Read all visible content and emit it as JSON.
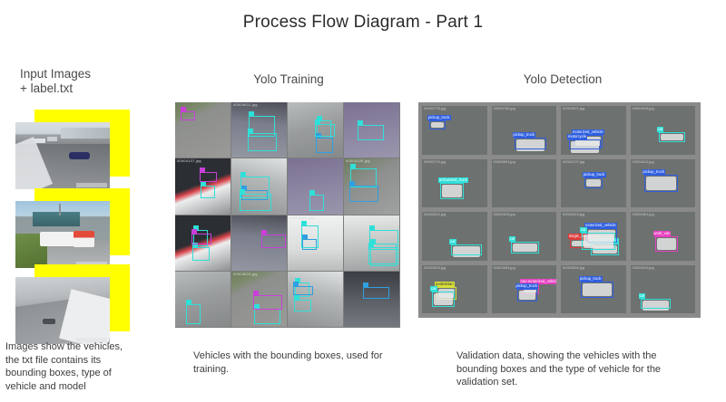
{
  "title": "Process Flow Diagram - Part 1",
  "columns": {
    "input": {
      "heading_line1": "Input Images",
      "heading_line2": "+ label.txt",
      "caption": "Images show the vehicles, the txt file contains its bounding boxes, type of vehicle and model",
      "accent_color": "#ffff00",
      "images": [
        {
          "name": "highway-snow-frame"
        },
        {
          "name": "bus-depot-frame"
        },
        {
          "name": "winter-road-frame"
        }
      ]
    },
    "training": {
      "heading": "Yolo Training",
      "caption": "Vehicles with the bounding boxes, used for training.",
      "panel_background": "#7d7d7d",
      "box_color": "#2fe0d8",
      "grid": {
        "rows": 4,
        "cols": 4
      },
      "filenames": [
        "00004631.jpg",
        "00004137.jpg",
        "00004139.jpg",
        "00005414.jpg",
        "00003629.jpg",
        "00004433.jpg",
        "00005145.jpg",
        "00004412.jpg",
        "00003769.jpg"
      ]
    },
    "detection": {
      "heading": "Yolo Detection",
      "caption": "Validation data, showing the vehicles with the bounding boxes and the type of vehicle for the validation set.",
      "panel_background": "#8a8a8a",
      "grid": {
        "rows": 4,
        "cols": 4
      },
      "class_colors": {
        "pickup_truck": "#2f5fe0",
        "car": "#2fe0d8",
        "articulated_truck": "#2fe0d8",
        "motorized_vehicle": "#2f5fe0",
        "motorcycle": "#2f9fe0",
        "work_van": "#e83fc0",
        "pedestrian": "#d8e03b",
        "single_unit_truck": "#e03b3b",
        "non-motorized_vehicle": "#e83fc0"
      },
      "tiles": [
        {
          "file": "00002776.jpg",
          "labels": [
            "pickup_truck"
          ]
        },
        {
          "file": "00003780.jpg",
          "labels": [
            "pickup_truck"
          ]
        },
        {
          "file": "00002821.jpg",
          "labels": [
            "motorized_vehicle",
            "motorcycle"
          ]
        },
        {
          "file": "00002844.jpg",
          "labels": [
            "car"
          ]
        },
        {
          "file": "00003719.jpg",
          "labels": [
            "articulated_truck"
          ]
        },
        {
          "file": "00003804.jpg",
          "labels": []
        },
        {
          "file": "00004137.jpg",
          "labels": [
            "pickup_truck"
          ]
        },
        {
          "file": "00004612.jpg",
          "labels": [
            "pickup_truck"
          ]
        },
        {
          "file": "00002810.jpg",
          "labels": [
            "car"
          ]
        },
        {
          "file": "00002815.jpg",
          "labels": [
            "car"
          ]
        },
        {
          "file": "00002819.jpg",
          "labels": [
            "single_unit_truck",
            "articulated_truck",
            "motorized_vehicle",
            "car"
          ]
        },
        {
          "file": "00004961.jpg",
          "labels": [
            "work_van"
          ]
        },
        {
          "file": "00002893.jpg",
          "labels": [
            "pedestrian",
            "car"
          ]
        },
        {
          "file": "00003834.jpg",
          "labels": [
            "non-motorized_vehicle",
            "pickup_truck"
          ]
        },
        {
          "file": "00003566.jpg",
          "labels": [
            "pickup_truck"
          ]
        },
        {
          "file": "00004919.jpg",
          "labels": [
            "car"
          ]
        }
      ]
    }
  }
}
